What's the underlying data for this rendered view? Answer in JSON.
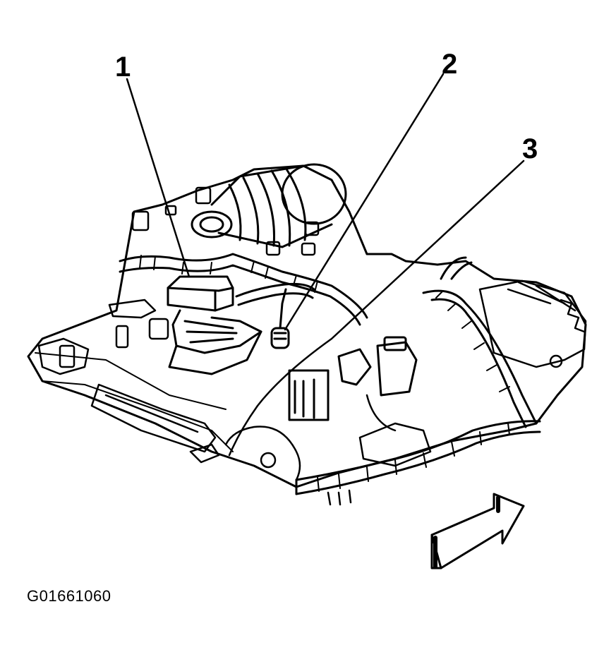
{
  "callouts": [
    {
      "id": 1,
      "label": "1"
    },
    {
      "id": 2,
      "label": "2"
    },
    {
      "id": 3,
      "label": "3"
    }
  ],
  "figure_id": "G01661060",
  "icons": [
    "direction-arrow-icon"
  ]
}
